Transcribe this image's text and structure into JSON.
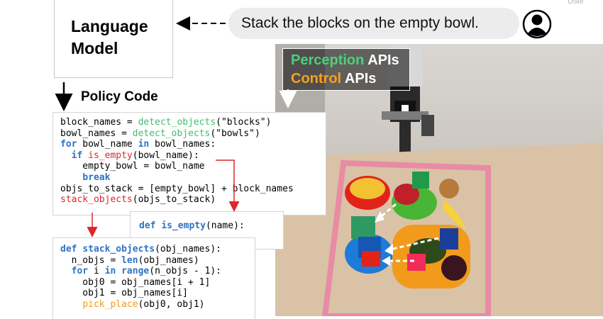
{
  "user_corner_label": "User",
  "language_model_label": "Language\nModel",
  "prompt": "Stack the blocks on the empty bowl.",
  "policy_code_label": "Policy Code",
  "api_overlay": {
    "perception_word": "Perception",
    "control_word": "Control",
    "apis_word": "APIs"
  },
  "icons": [
    "user-avatar-icon",
    "robot-arm-icon"
  ],
  "colors": {
    "perception_api": "#3fc06e",
    "control_api": "#f29a1b",
    "keyword": "#2f72c4",
    "call_highlight": "#e0262b"
  },
  "code_main": [
    [
      {
        "t": "block_names = ",
        "c": ""
      },
      {
        "t": "detect_objects",
        "c": "fn"
      },
      {
        "t": "(\"blocks\")",
        "c": ""
      }
    ],
    [
      {
        "t": "bowl_names = ",
        "c": ""
      },
      {
        "t": "detect_objects",
        "c": "fn"
      },
      {
        "t": "(\"bowls\")",
        "c": ""
      }
    ],
    [
      {
        "t": "for",
        "c": "kw"
      },
      {
        "t": " bowl_name ",
        "c": ""
      },
      {
        "t": "in",
        "c": "kw"
      },
      {
        "t": " bowl_names:",
        "c": ""
      }
    ],
    [
      {
        "t": "  ",
        "c": ""
      },
      {
        "t": "if",
        "c": "kw"
      },
      {
        "t": " ",
        "c": ""
      },
      {
        "t": "is_empty",
        "c": "red"
      },
      {
        "t": "(bowl_name):",
        "c": ""
      }
    ],
    [
      {
        "t": "    empty_bowl = bowl_name",
        "c": ""
      }
    ],
    [
      {
        "t": "    ",
        "c": ""
      },
      {
        "t": "break",
        "c": "kw"
      }
    ],
    [
      {
        "t": "objs_to_stack = [empty_bowl] + block_names",
        "c": ""
      }
    ],
    [
      {
        "t": "stack_objects",
        "c": "red"
      },
      {
        "t": "(objs_to_stack)",
        "c": ""
      }
    ]
  ],
  "code_is_empty": [
    [
      {
        "t": "def",
        "c": "kw"
      },
      {
        "t": " ",
        "c": ""
      },
      {
        "t": "is_empty",
        "c": "kw"
      },
      {
        "t": "(name):",
        "c": ""
      }
    ]
  ],
  "code_stack": [
    [
      {
        "t": "def",
        "c": "kw"
      },
      {
        "t": " ",
        "c": ""
      },
      {
        "t": "stack_objects",
        "c": "kw"
      },
      {
        "t": "(obj_names):",
        "c": ""
      }
    ],
    [
      {
        "t": "  n_objs = ",
        "c": ""
      },
      {
        "t": "len",
        "c": "kw"
      },
      {
        "t": "(obj_names)",
        "c": ""
      }
    ],
    [
      {
        "t": "  ",
        "c": ""
      },
      {
        "t": "for",
        "c": "kw"
      },
      {
        "t": " i ",
        "c": ""
      },
      {
        "t": "in",
        "c": "kw"
      },
      {
        "t": " ",
        "c": ""
      },
      {
        "t": "range",
        "c": "kw"
      },
      {
        "t": "(n_objs - 1):",
        "c": ""
      }
    ],
    [
      {
        "t": "    obj0 = obj_names[i + 1]",
        "c": ""
      }
    ],
    [
      {
        "t": "    obj1 = obj_names[i]",
        "c": ""
      }
    ],
    [
      {
        "t": "    ",
        "c": ""
      },
      {
        "t": "pick_place",
        "c": "ctl"
      },
      {
        "t": "(obj0, obj1)",
        "c": ""
      }
    ]
  ]
}
